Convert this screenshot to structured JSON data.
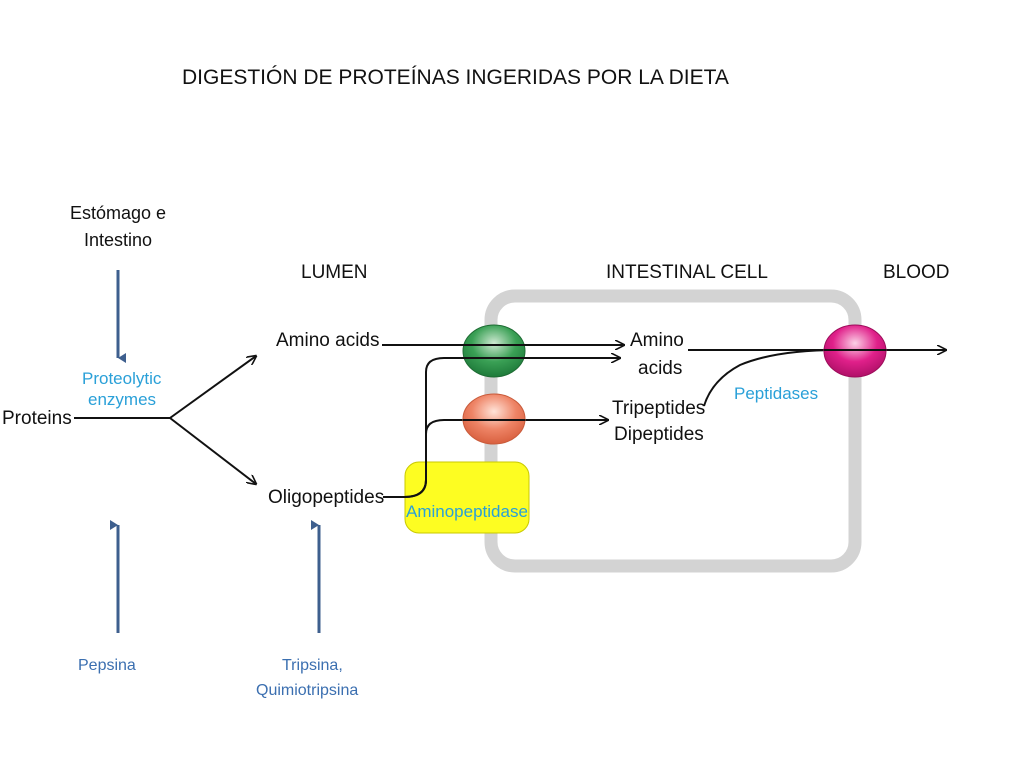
{
  "title": "DIGESTIÓN DE PROTEÍNAS INGERIDAS POR LA DIETA",
  "source_label": {
    "line1": "Estómago e",
    "line2": "Intestino"
  },
  "headers": {
    "lumen": "LUMEN",
    "intestinal_cell": "INTESTINAL CELL",
    "blood": "BLOOD"
  },
  "nodes": {
    "proteins": "Proteins",
    "proteolytic": {
      "line1": "Proteolytic",
      "line2": "enzymes"
    },
    "amino_acids_lumen": "Amino acids",
    "oligopeptides": "Oligopeptides",
    "aminopeptidase": "Aminopeptidase",
    "amino_acids_cell": {
      "line1": "Amino",
      "line2": "acids"
    },
    "tripeptides": "Tripeptides",
    "dipeptides": "Dipeptides",
    "peptidases": "Peptidases"
  },
  "enzymes": {
    "pepsina": "Pepsina",
    "tripsina": {
      "line1": "Tripsina,",
      "line2": "Quimiotripsina"
    }
  },
  "colors": {
    "cell_border": "#d3d3d3",
    "green_transporter": "#3aa055",
    "salmon_transporter": "#ee8466",
    "pink_transporter": "#e0208a",
    "aminopeptidase_box": "#fdfd22",
    "arrow_blue": "#3e5f8e",
    "label_blue": "#2aa0d8"
  }
}
